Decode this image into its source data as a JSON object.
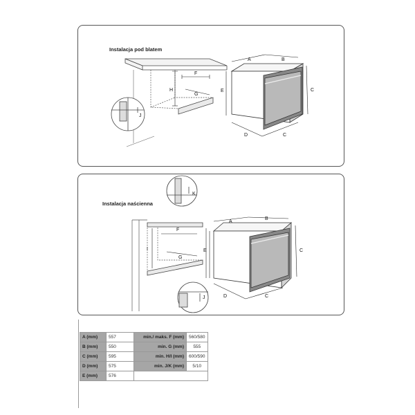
{
  "panel1": {
    "title": "Instalacja pod blatem",
    "labels": {
      "A": "A",
      "B": "B",
      "C": "C",
      "D": "D",
      "E": "E",
      "F": "F",
      "G": "G",
      "H": "H",
      "J": "J"
    }
  },
  "panel2": {
    "title": "Instalacja naścienna",
    "labels": {
      "A": "A",
      "B": "B",
      "C": "C",
      "D": "D",
      "E": "E",
      "F": "F",
      "G": "G",
      "I": "I",
      "J": "J",
      "K": "K"
    }
  },
  "spec_table": {
    "rows": [
      {
        "k1": "A (mm)",
        "v1": "557",
        "k2": "min./ maks. F (mm)",
        "v2": "560/580"
      },
      {
        "k1": "B (mm)",
        "v1": "550",
        "k2": "min. G (mm)",
        "v2": "555"
      },
      {
        "k1": "C (mm)",
        "v1": "595",
        "k2": "min. H/I (mm)",
        "v2": "600/590"
      },
      {
        "k1": "D (mm)",
        "v1": "575",
        "k2": "min. J/K (mm)",
        "v2": "5/10"
      },
      {
        "k1": "E (mm)",
        "v1": "576",
        "k2": "",
        "v2": ""
      }
    ]
  }
}
